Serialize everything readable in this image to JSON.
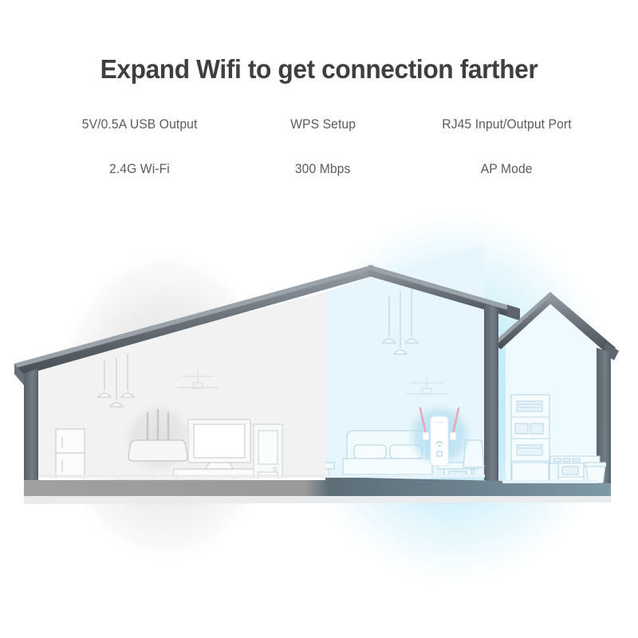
{
  "header": {
    "title": "Expand Wifi to get connection farther"
  },
  "features": [
    {
      "label": "5V/0.5A USB Output"
    },
    {
      "label": "WPS Setup"
    },
    {
      "label": "RJ45 Input/Output Port"
    },
    {
      "label": "2.4G Wi-Fi"
    },
    {
      "label": "300 Mbps"
    },
    {
      "label": "AP Mode"
    }
  ],
  "illustration": {
    "alt": "House cross-section with router and wifi range extender",
    "colors": {
      "roof_dark": "#4d555c",
      "roof_light": "#8b949b",
      "wall_dark": "#5a636a",
      "outline": "#b9ccd6",
      "outline_gray": "#c9c9c9",
      "floor_gray": "#9d9d9d",
      "floor_blue": "#7e98a6",
      "glow_gray": "#ececec",
      "glow_blue": "#d3eefa",
      "room_left": "#f1f1f1",
      "room_right": "#eaf8fd",
      "device_white": "#ffffff",
      "antenna": "#b3c9d6"
    },
    "rooms": [
      {
        "name": "left-room",
        "label": "Kitchen and office with wifi router"
      },
      {
        "name": "center-room",
        "label": "Bedroom with wifi range extender"
      },
      {
        "name": "right-room",
        "label": "Utility room with shelving"
      }
    ],
    "devices": [
      {
        "name": "wifi-router",
        "antennas": 3,
        "signal": "gray"
      },
      {
        "name": "wifi-range-extender",
        "antennas": 2,
        "signal": "blue"
      }
    ],
    "furniture": [
      "refrigerator",
      "kitchen-cabinet",
      "oven",
      "desk",
      "monitor",
      "drawer-unit",
      "door",
      "bed",
      "pillow",
      "nightstand",
      "floor-lamp",
      "pendant-lamp",
      "ceiling-fan",
      "shelf-unit",
      "washing-machine",
      "counter",
      "trash-bin"
    ]
  }
}
